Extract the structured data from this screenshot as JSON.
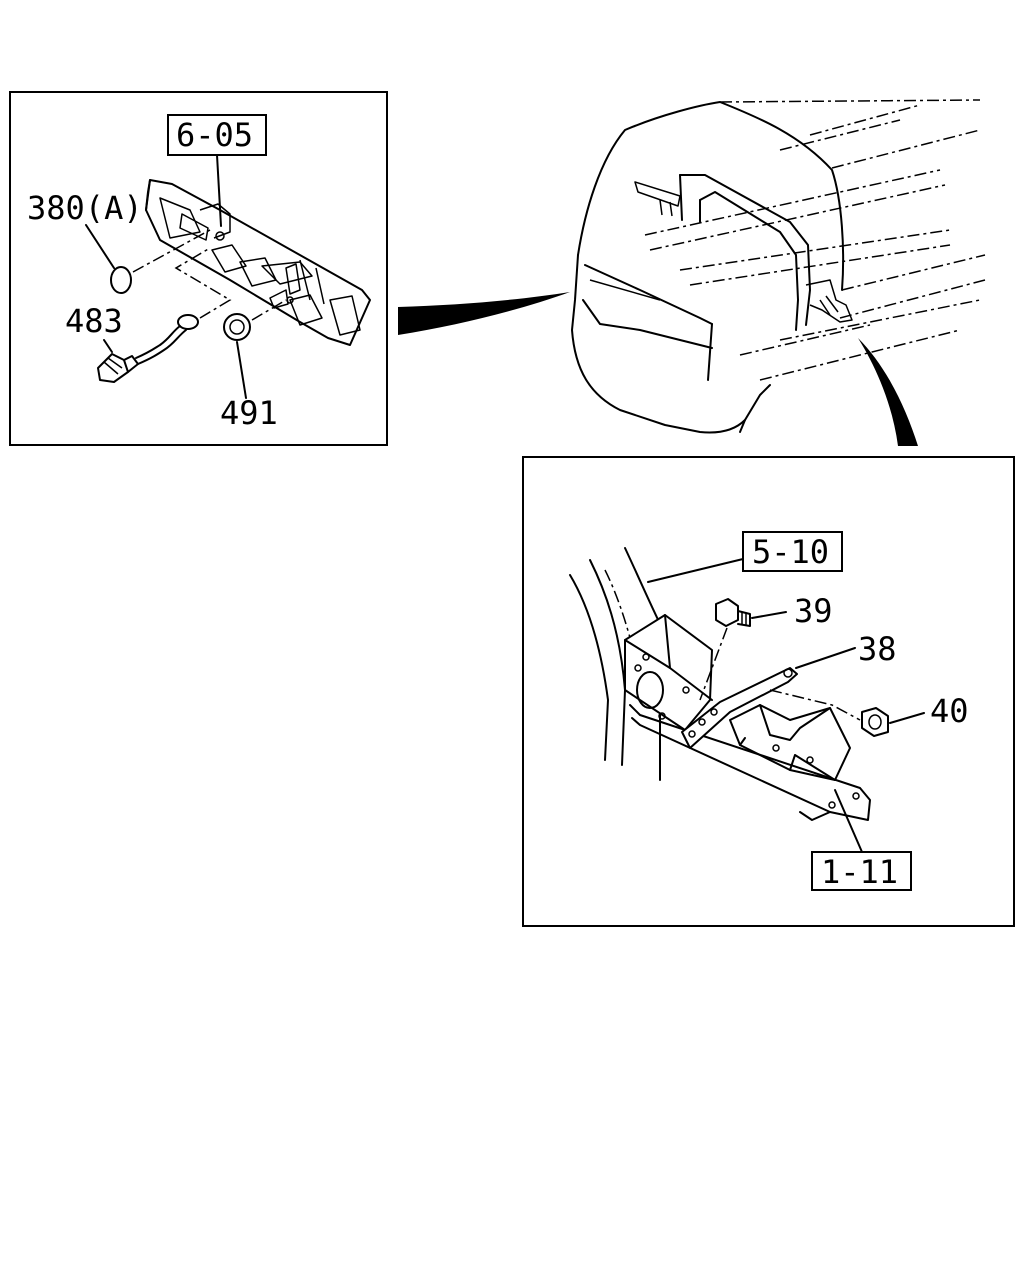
{
  "callouts": {
    "ref_6_05": "6-05",
    "part_380a": "380(A)",
    "part_483": "483",
    "part_491": "491",
    "ref_5_10": "5-10",
    "part_39": "39",
    "part_38": "38",
    "part_40": "40",
    "ref_1_11": "1-11"
  }
}
